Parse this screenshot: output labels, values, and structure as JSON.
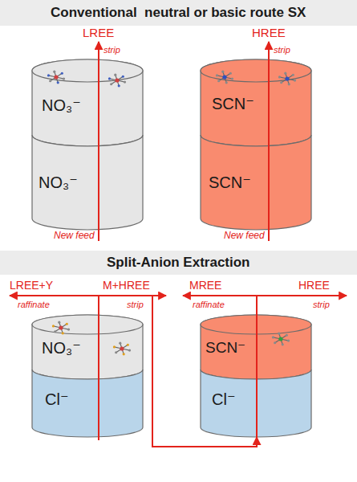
{
  "diagram": {
    "nodes": [
      {
        "text": [
          "Conventional  neutral or basic route SX"
        ]
      },
      {
        "text": [
          "NO₃⁻"
        ]
      },
      {
        "text": [
          "NO₃⁻"
        ]
      },
      {
        "text": [
          "SCN⁻"
        ]
      },
      {
        "text": [
          "SCN⁻"
        ]
      },
      {
        "text": [
          "Split-Anion Extraction"
        ]
      },
      {
        "text": [
          "NO₃⁻"
        ]
      },
      {
        "text": [
          "Cl⁻"
        ]
      },
      {
        "text": [
          "SCN⁻"
        ]
      },
      {
        "text": [
          "Cl⁻"
        ]
      }
    ],
    "edges": [
      {
        "from": 6,
        "to": 9,
        "arrow": "to"
      }
    ],
    "labels": [
      "LREE",
      "strip",
      "New feed",
      "HREE",
      "strip",
      "New feed",
      "LREE+Y",
      "raffinate",
      "M+HREE",
      "strip",
      "MREE",
      "raffinate",
      "HREE",
      "strip"
    ]
  }
}
